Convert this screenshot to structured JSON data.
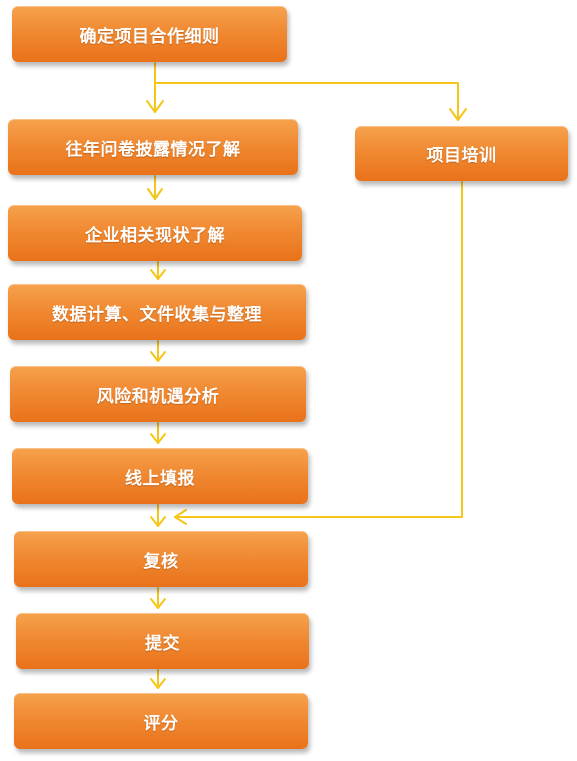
{
  "flowchart": {
    "steps": [
      "确定项目合作细则",
      "往年问卷披露情况了解",
      "企业相关现状了解",
      "数据计算、文件收集与整理",
      "风险和机遇分析",
      "线上填报",
      "复核",
      "提交",
      "评分"
    ],
    "side_step": "项目培训"
  },
  "colors": {
    "box_fill": "#f08a32",
    "arrow": "#f5c518",
    "text": "#ffffff"
  }
}
